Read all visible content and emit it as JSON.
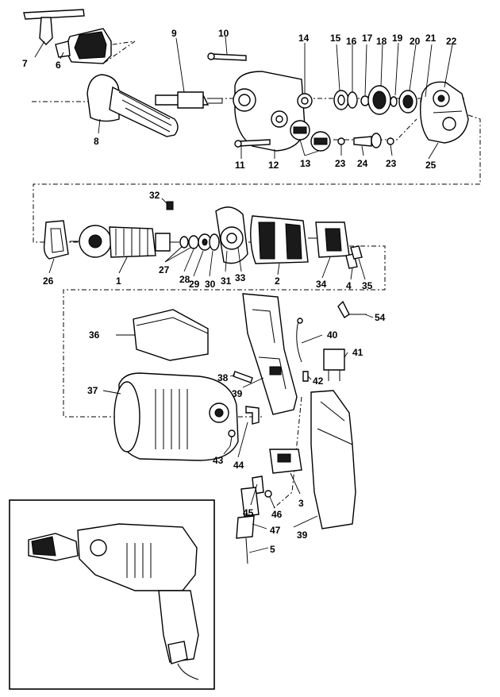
{
  "labels": {
    "l7": "7",
    "l6": "6",
    "l8": "8",
    "l9": "9",
    "l10": "10",
    "l14": "14",
    "l15": "15",
    "l16": "16",
    "l17": "17",
    "l18": "18",
    "l19": "19",
    "l20": "20",
    "l21": "21",
    "l22": "22",
    "l11": "11",
    "l12": "12",
    "l13": "13",
    "l23a": "23",
    "l24": "24",
    "l23b": "23",
    "l25": "25",
    "l32": "32",
    "l26": "26",
    "l1": "1",
    "l27": "27",
    "l28": "28",
    "l29": "29",
    "l30": "30",
    "l31": "31",
    "l33": "33",
    "l2": "2",
    "l34": "34",
    "l4": "4",
    "l35": "35",
    "l36": "36",
    "l54": "54",
    "l40": "40",
    "l41": "41",
    "l38": "38",
    "l42": "42",
    "l39a": "39",
    "l37": "37",
    "l43": "43",
    "l44": "44",
    "l46": "46",
    "l3": "3",
    "l45": "45",
    "l47": "47",
    "l39b": "39",
    "l5": "5"
  }
}
